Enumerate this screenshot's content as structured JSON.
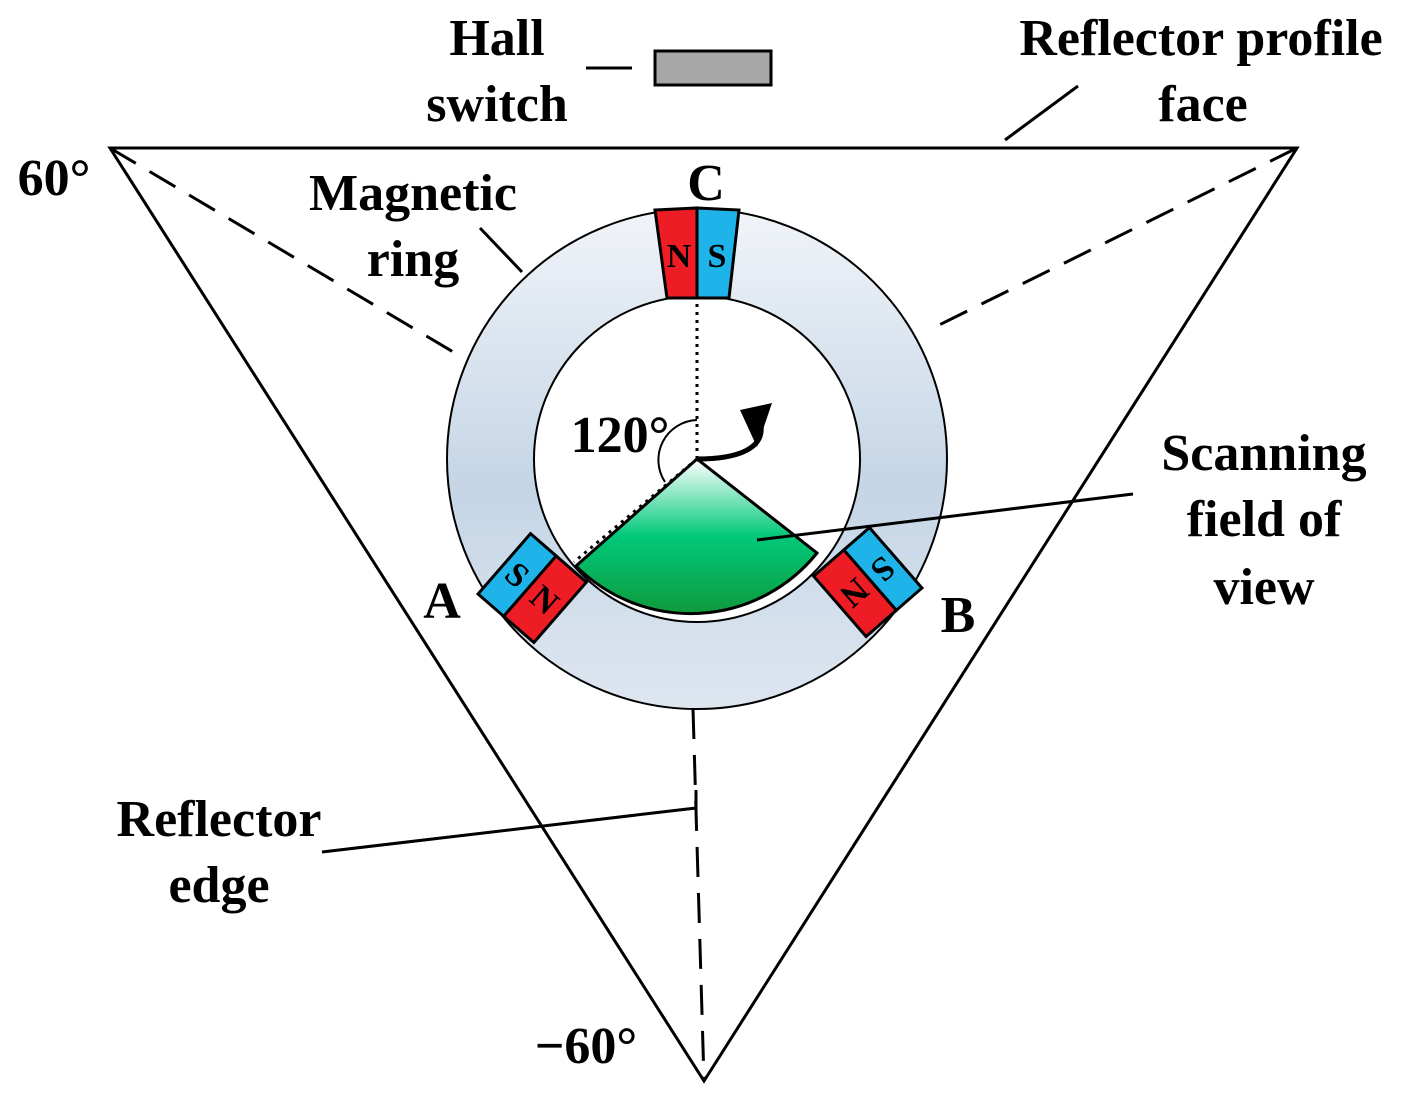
{
  "labels": {
    "hall_switch": [
      "Hall",
      "switch"
    ],
    "reflector_profile_face": [
      "Reflector profile",
      "face"
    ],
    "magnetic_ring": [
      "Magnetic",
      "ring"
    ],
    "scanning_fov": [
      "Scanning",
      "field of",
      "view"
    ],
    "reflector_edge": [
      "Reflector",
      "edge"
    ],
    "angle_top_left": "60°",
    "angle_bottom": "−60°",
    "angle_center": "120°",
    "point_a": "A",
    "point_b": "B",
    "point_c": "C"
  },
  "poles": {
    "north": "N",
    "south": "S"
  },
  "colors": {
    "north_pole": "#ee1c24",
    "south_pole": "#1eb4ea",
    "ring_light": "#f2f5f9",
    "ring_dark": "#c5d5e6",
    "fov_top": "#ffffff",
    "fov_mid": "#00c97a",
    "fov_bottom": "#0f9a3c",
    "hall_sensor": "#a6a6a6"
  },
  "diagram": {
    "fov_angle_deg": 120,
    "reflector_angles_deg": [
      60,
      -60
    ]
  }
}
